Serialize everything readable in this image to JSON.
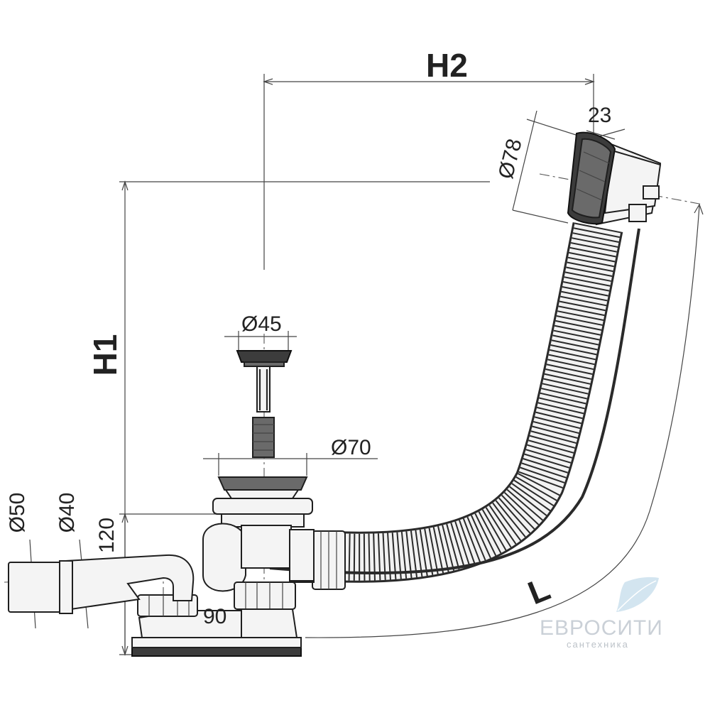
{
  "dimensions": {
    "H2": "H2",
    "H1": "H1",
    "d78": "Ø78",
    "w23": "23",
    "d45": "Ø45",
    "d70": "Ø70",
    "d50": "Ø50",
    "d40": "Ø40",
    "h120": "120",
    "w90": "90",
    "L": "L"
  },
  "watermark": {
    "brand": "ЕВРОСИТИ",
    "sub": "сантехника"
  },
  "colors": {
    "line": "#222222",
    "part_fill": "#f4f4f4",
    "part_dark": "#6a6a6a",
    "watermark": "#c5ccd3",
    "watermark_leaf": "#cfe3ef"
  },
  "icons": {
    "watermark_logo": "leaf-icon"
  }
}
